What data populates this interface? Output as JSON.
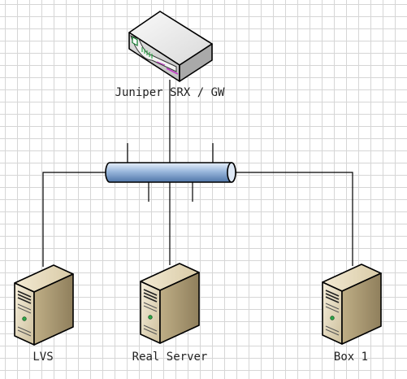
{
  "diagram": {
    "labels": {
      "router": "Juniper SRX / GW",
      "lvs": "LVS",
      "real_server": "Real Server",
      "box1": "Box 1"
    },
    "nodes": [
      {
        "id": "router",
        "icon": "router-icon"
      },
      {
        "id": "lvs",
        "icon": "server-icon"
      },
      {
        "id": "real_server",
        "icon": "server-icon"
      },
      {
        "id": "box1",
        "icon": "server-icon"
      },
      {
        "id": "bus",
        "icon": "network-bus-cylinder"
      }
    ],
    "edges": [
      [
        "router",
        "bus"
      ],
      [
        "bus",
        "lvs"
      ],
      [
        "bus",
        "real_server"
      ],
      [
        "bus",
        "box1"
      ]
    ],
    "colors": {
      "bus_fill": "#9ab8dc",
      "server_face": "#e8dcc0",
      "router_body": "#e6e6e6",
      "led_green": "#2ea84a",
      "led_magenta": "#c33cc8"
    }
  }
}
